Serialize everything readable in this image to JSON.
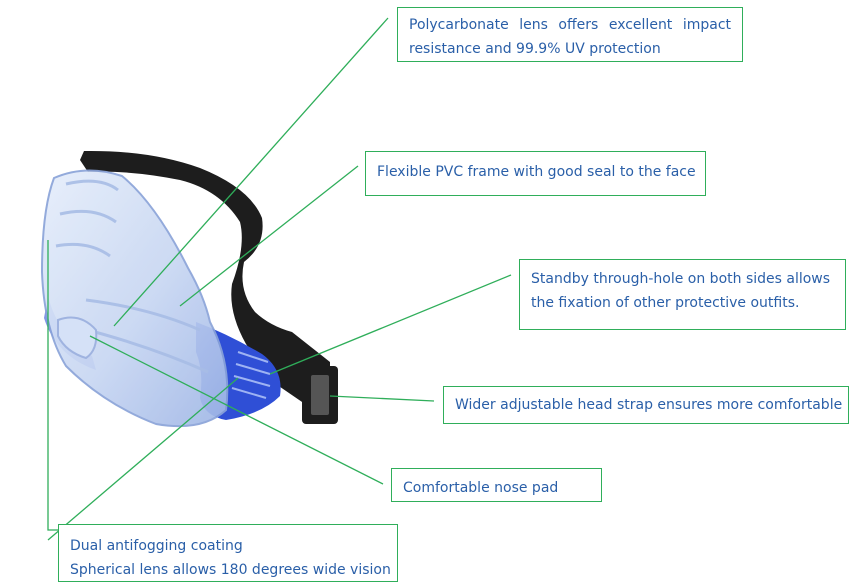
{
  "colors": {
    "line": "#2fae5a",
    "text": "#2a5fa8",
    "lens": "#c9d9f3",
    "rim": "#2f4fd6",
    "strap": "#1d1d1d"
  },
  "product_icon": "safety-goggles",
  "callouts": {
    "lens": {
      "line1": "Polycarbonate lens offers excellent impact",
      "line2": "resistance and 99.9% UV protection"
    },
    "frame": {
      "line1": "Flexible PVC frame with good seal to the face"
    },
    "through_hole": {
      "line1": "Standby through-hole on both sides allows",
      "line2": "the fixation of other protective outfits."
    },
    "strap": {
      "line1": "Wider adjustable head strap ensures more comfortable"
    },
    "nose_pad": {
      "line1": "Comfortable nose pad"
    },
    "antifog": {
      "line1": "Dual antifogging coating",
      "line2": "Spherical lens allows 180 degrees wide vision"
    }
  }
}
